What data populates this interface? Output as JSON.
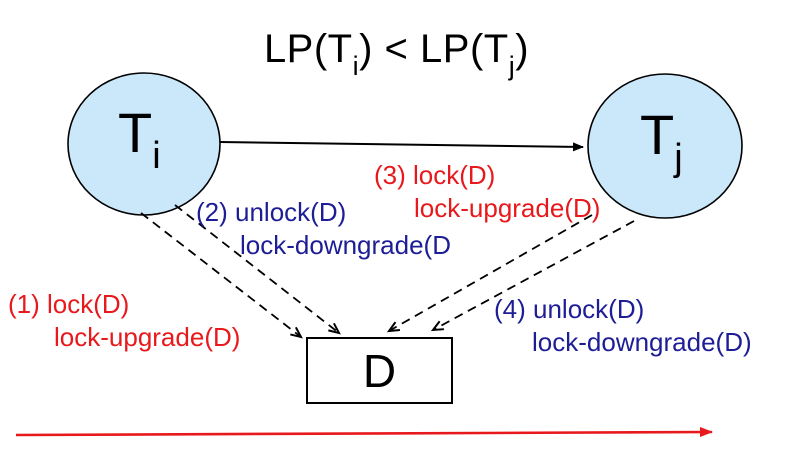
{
  "title": {
    "prefix": "LP(T",
    "sub_i": "i",
    "middle": ") < LP(T",
    "sub_j": "j",
    "suffix": ")"
  },
  "nodes": {
    "ti": {
      "label": "T",
      "subscript": "i"
    },
    "tj": {
      "label": "T",
      "subscript": "j"
    },
    "data_item": {
      "label": "D"
    }
  },
  "annotations": {
    "step1": {
      "line1": "(1)  lock(D)",
      "line2": "lock-upgrade(D)"
    },
    "step2": {
      "line1": "(2) unlock(D)",
      "line2": "lock-downgrade(D"
    },
    "step3": {
      "line1": "(3) lock(D)",
      "line2": "lock-upgrade(D)"
    },
    "step4": {
      "line1": "(4) unlock(D)",
      "line2": "lock-downgrade(D)"
    }
  },
  "colors": {
    "lock_action_red": "#e8191c",
    "unlock_action_blue": "#1d1d96",
    "node_fill": "#cbe8fb",
    "node_border": "#000000",
    "transfer_arrow": "#000000",
    "timeline_arrow": "#e8191c",
    "background": "#ffffff"
  }
}
